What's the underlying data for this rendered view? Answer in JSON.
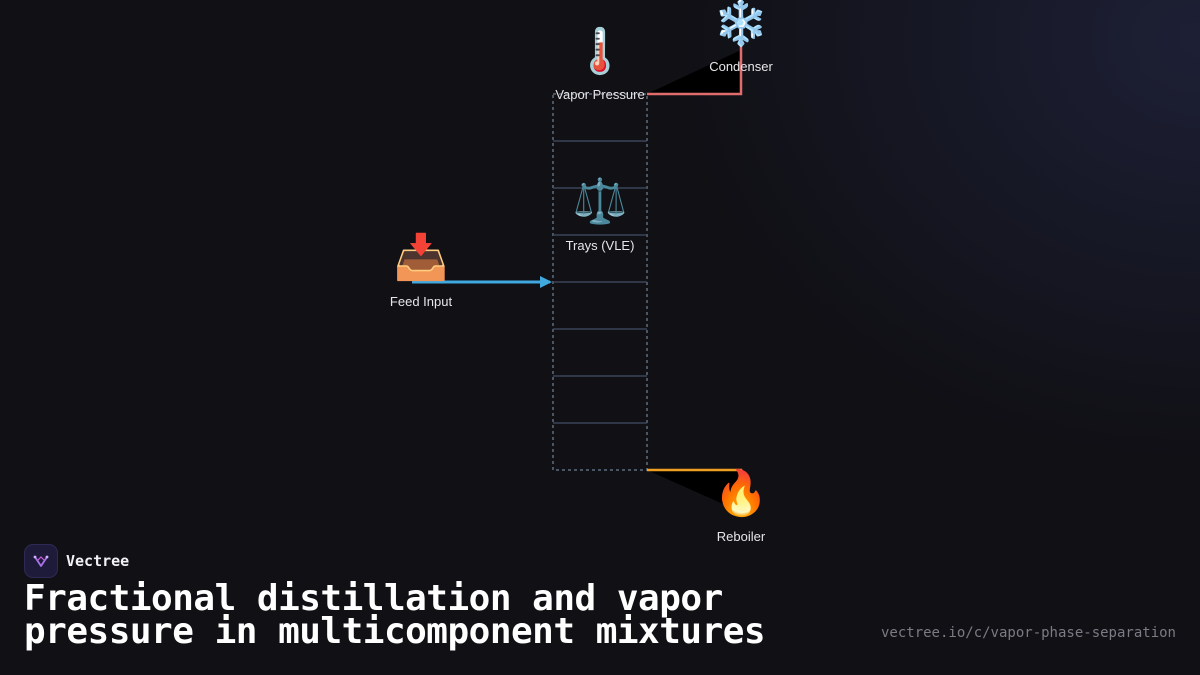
{
  "diagram": {
    "nodes": {
      "condenser": {
        "label": "Condenser",
        "icon": "snowflake-icon",
        "glyph": "❄️"
      },
      "vapor_pressure": {
        "label": "Vapor Pressure",
        "icon": "thermometer-icon",
        "glyph": "🌡️"
      },
      "trays": {
        "label": "Trays (VLE)",
        "icon": "balance-scale-icon",
        "glyph": "⚖️"
      },
      "feed": {
        "label": "Feed Input",
        "icon": "inbox-tray-icon",
        "glyph": "📥"
      },
      "reboiler": {
        "label": "Reboiler",
        "icon": "fire-icon",
        "glyph": "🔥"
      }
    },
    "colors": {
      "column_outline": "#4a5566",
      "tray_lines": "#3a4658",
      "feed_arrow": "#3fa9e0",
      "condenser_line": "#e06c6c",
      "reboiler_line": "#f0a020"
    }
  },
  "brand": {
    "name": "Vectree"
  },
  "title": "Fractional distillation and vapor pressure in multicomponent mixtures",
  "url": "vectree.io/c/vapor-phase-separation"
}
